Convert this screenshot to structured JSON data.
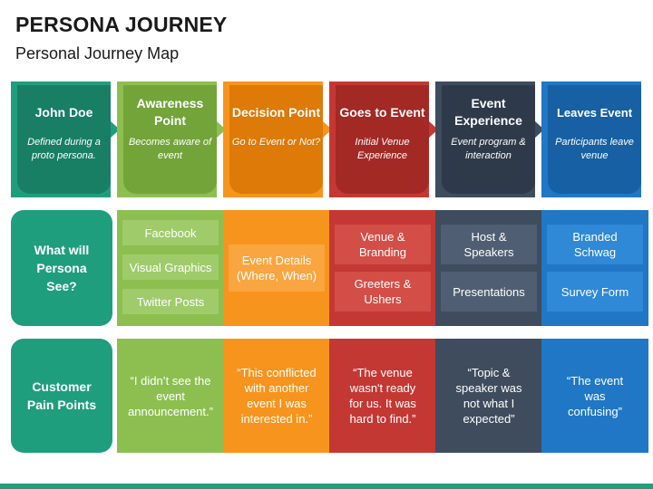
{
  "title": "PERSONA JOURNEY",
  "subtitle": "Personal Journey Map",
  "colors": {
    "green": "#1f9e7e",
    "lime": "#8cbf50",
    "orange": "#f7941d",
    "red": "#c43834",
    "slate": "#3e4c5e",
    "blue": "#1f77c5"
  },
  "stages": [
    {
      "title": "John Doe",
      "desc": "Defined during a proto persona."
    },
    {
      "title": "Awareness Point",
      "desc": "Becomes aware of event"
    },
    {
      "title": "Decision Point",
      "desc": "Go to Event or Not?"
    },
    {
      "title": "Goes to Event",
      "desc": "Initial Venue Experience"
    },
    {
      "title": "Event Experience",
      "desc": "Event program & interaction"
    },
    {
      "title": "Leaves Event",
      "desc": "Participants leave venue"
    }
  ],
  "rows": {
    "see_label": "What will Persona See?",
    "pain_label": "Customer Pain Points"
  },
  "see": {
    "awareness": [
      "Facebook",
      "Visual Graphics",
      "Twitter Posts"
    ],
    "decision": [
      "Event Details (Where, When)"
    ],
    "goes": [
      "Venue & Branding",
      "Greeters & Ushers"
    ],
    "experience": [
      "Host & Speakers",
      "Presentations"
    ],
    "leaves": [
      "Branded Schwag",
      "Survey Form"
    ]
  },
  "pain": [
    "“I didn’t see the event announcement.”",
    "“This conflicted with another event I was interested in.”",
    "“The venue wasn't ready for us. It was hard to find.”",
    "“Topic & speaker was not what I expected”",
    "“The event was confusing”"
  ]
}
